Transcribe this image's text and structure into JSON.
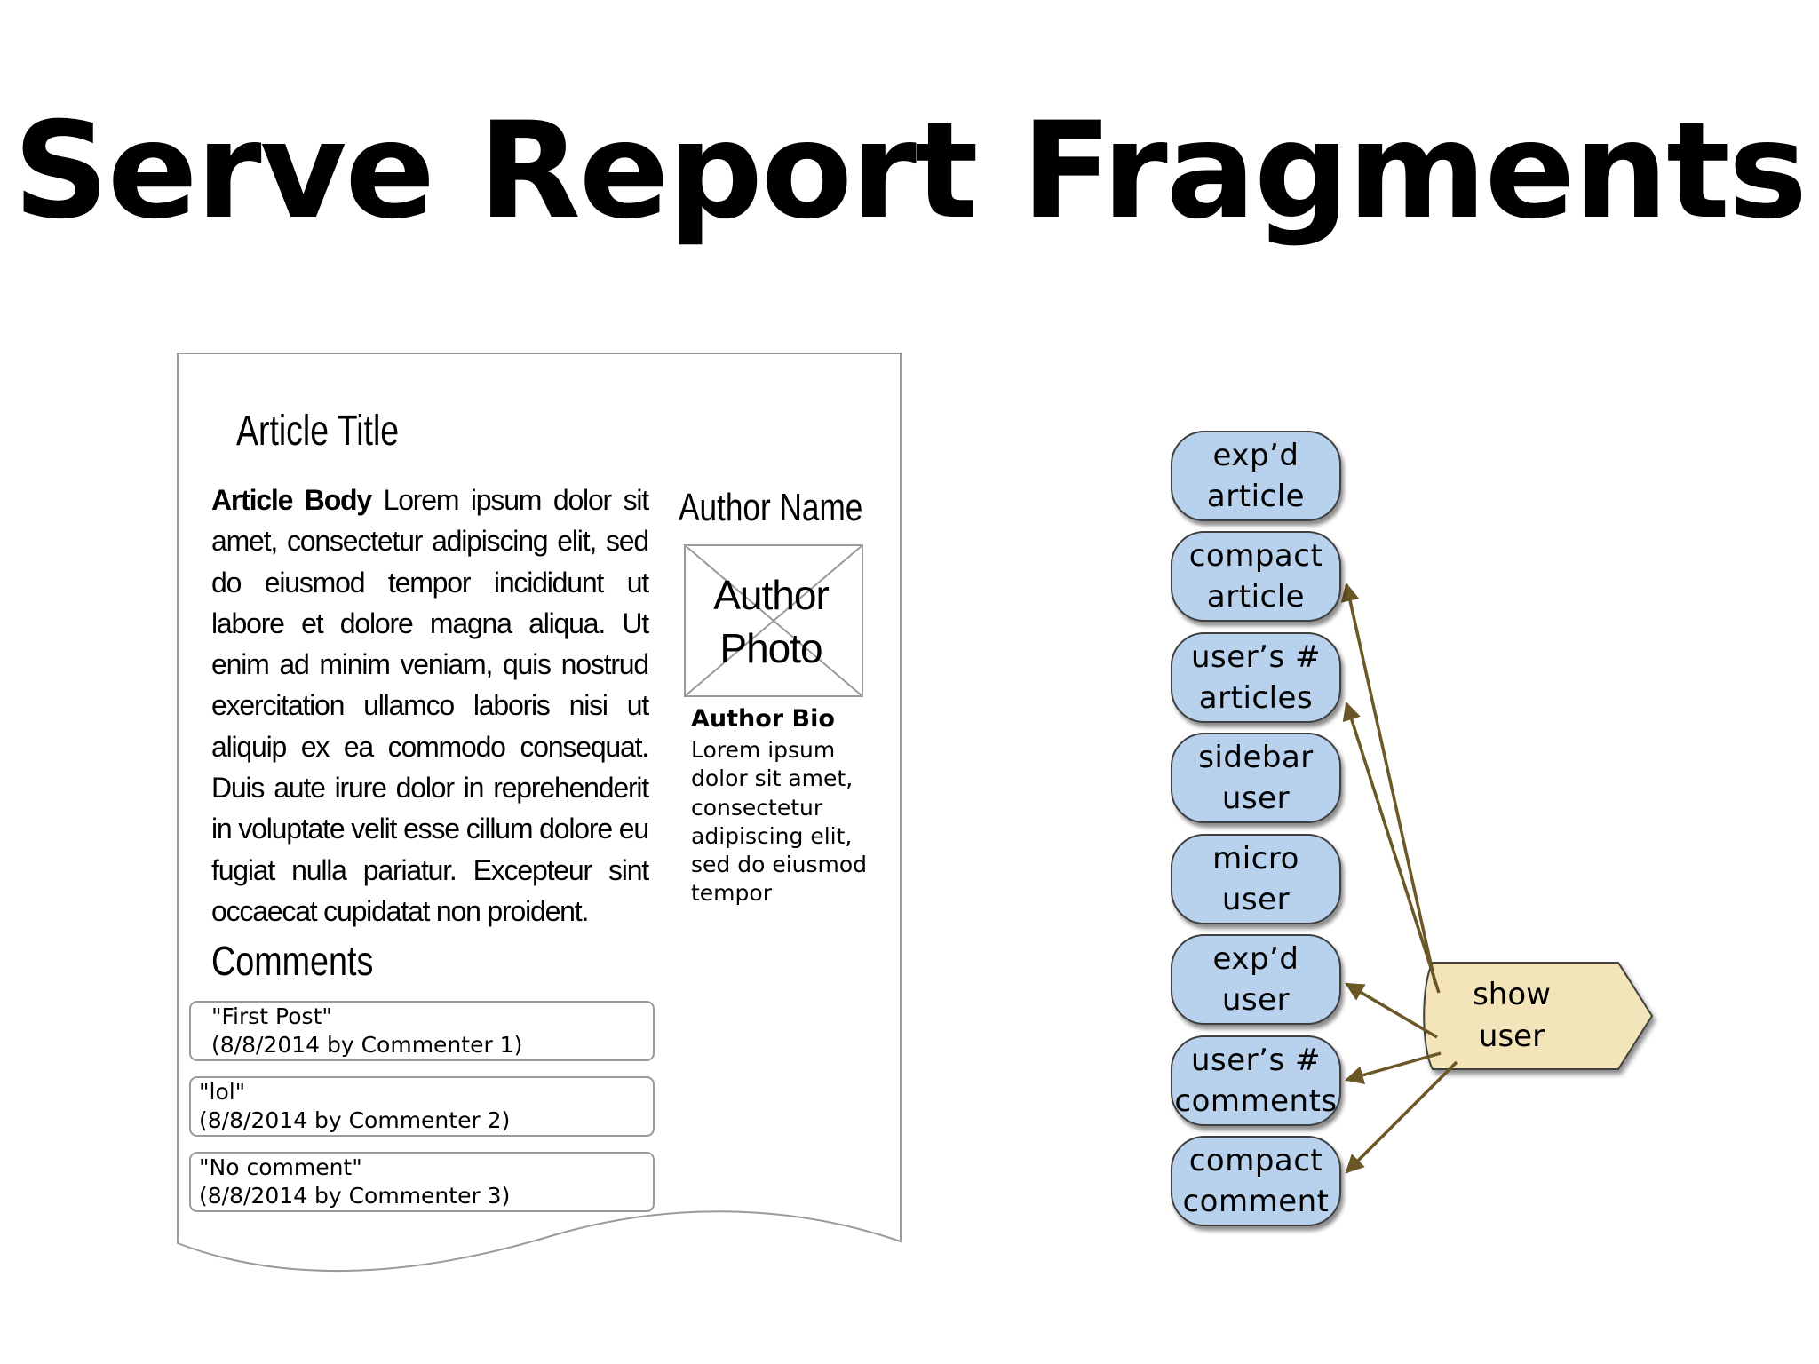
{
  "slide": {
    "title": "Serve Report Fragments"
  },
  "article": {
    "title": "Article Title",
    "body_label": "Article Body",
    "body_text": " Lorem ipsum dolor sit amet, consectetur adipiscing elit, sed do eiusmod tempor incididunt ut labore et dolore magna aliqua. Ut enim ad minim veniam, quis nostrud exercitation ullamco laboris nisi ut aliquip ex ea commodo consequat. Duis aute irure dolor in reprehenderit in voluptate velit esse cillum dolore eu fugiat nulla pariatur. Excepteur sint occaecat cupidatat non proident.",
    "author_name": "Author Name",
    "author_photo_label": "Author Photo",
    "author_bio_heading": "Author Bio",
    "author_bio_text": "Lorem ipsum dolor sit amet, consectetur adipiscing elit, sed do eiusmod tempor",
    "comments_heading": "Comments",
    "comments": [
      {
        "quote": "\"First Post\"",
        "meta": "(8/8/2014 by Commenter 1)"
      },
      {
        "quote": "\"lol\"",
        "meta": "(8/8/2014 by Commenter 2)"
      },
      {
        "quote": "\"No comment\"",
        "meta": "(8/8/2014 by Commenter 3)"
      }
    ]
  },
  "diagram": {
    "nodes": [
      {
        "label": "exp’d\narticle"
      },
      {
        "label": "compact\narticle"
      },
      {
        "label": "user’s #\narticles"
      },
      {
        "label": "sidebar\nuser"
      },
      {
        "label": "micro\nuser"
      },
      {
        "label": "exp’d\nuser"
      },
      {
        "label": "user’s #\ncomments"
      },
      {
        "label": "compact\ncomment"
      }
    ],
    "source_label": "show\nuser",
    "edges": [
      {
        "from": "show user",
        "to": "compact article"
      },
      {
        "from": "show user",
        "to": "user’s # articles"
      },
      {
        "from": "show user",
        "to": "exp’d user"
      },
      {
        "from": "show user",
        "to": "user’s # comments"
      },
      {
        "from": "show user",
        "to": "compact comment"
      }
    ],
    "colors": {
      "node_fill": "#b8d2ee",
      "source_fill": "#f3e4b9",
      "arrow": "#6b5625"
    }
  }
}
